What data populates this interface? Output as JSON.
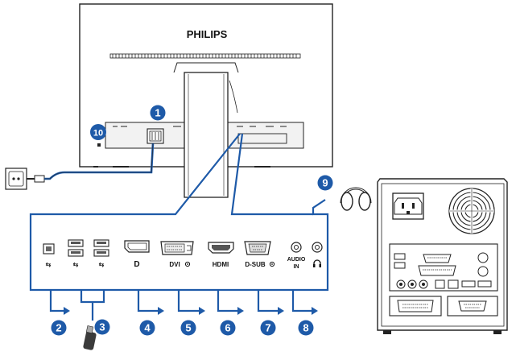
{
  "brand": "PHILIPS",
  "accent_color": "#1e5aa8",
  "line_color": "#1e5aa8",
  "callouts": [
    {
      "num": "1",
      "target": "power-inlet"
    },
    {
      "num": "2",
      "target": "usb-upstream-port"
    },
    {
      "num": "3",
      "target": "usb-downstream-ports"
    },
    {
      "num": "4",
      "target": "displayport"
    },
    {
      "num": "5",
      "target": "dvi-port"
    },
    {
      "num": "6",
      "target": "hdmi-port"
    },
    {
      "num": "7",
      "target": "d-sub-port"
    },
    {
      "num": "8",
      "target": "audio-in-jack"
    },
    {
      "num": "9",
      "target": "headphones"
    },
    {
      "num": "10",
      "target": "kensington-lock"
    }
  ],
  "ports": {
    "dvi": "DVI",
    "hdmi": "HDMI",
    "dsub": "D-SUB",
    "audio_line1": "AUDIO",
    "audio_line2": "IN"
  }
}
